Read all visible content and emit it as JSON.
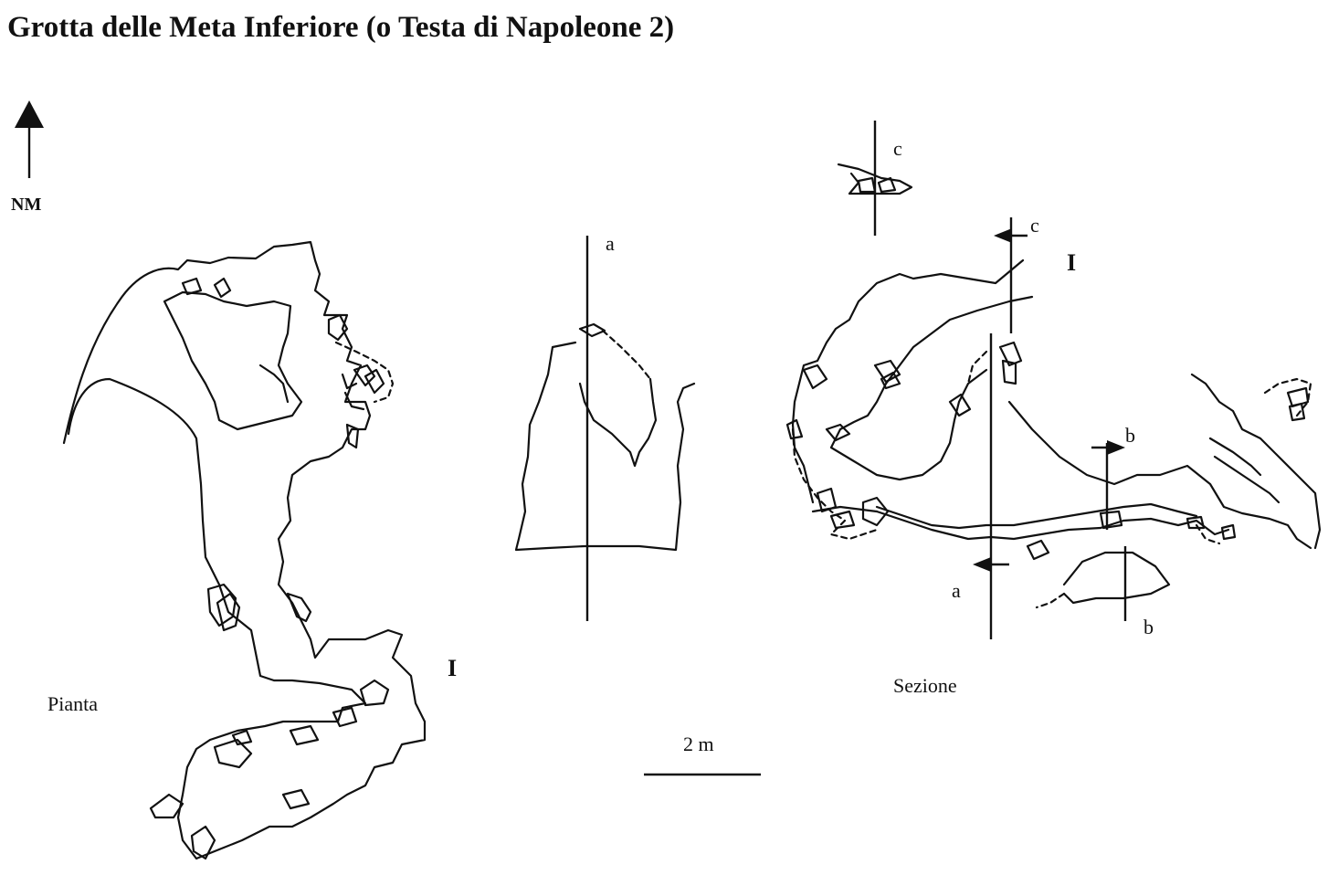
{
  "title": "Grotta delle Meta Inferiore (o Testa di Napoleone 2)",
  "north_label": "NM",
  "plan": {
    "label": "Pianta",
    "entrance_label": "I"
  },
  "section": {
    "label": "Sezione",
    "entrance_label": "I"
  },
  "cross_sections": {
    "a": "a",
    "b": "b",
    "c": "c"
  },
  "section_markers": {
    "a": "a",
    "b": "b",
    "c": "c"
  },
  "scale_bar": {
    "label": "2 m"
  }
}
